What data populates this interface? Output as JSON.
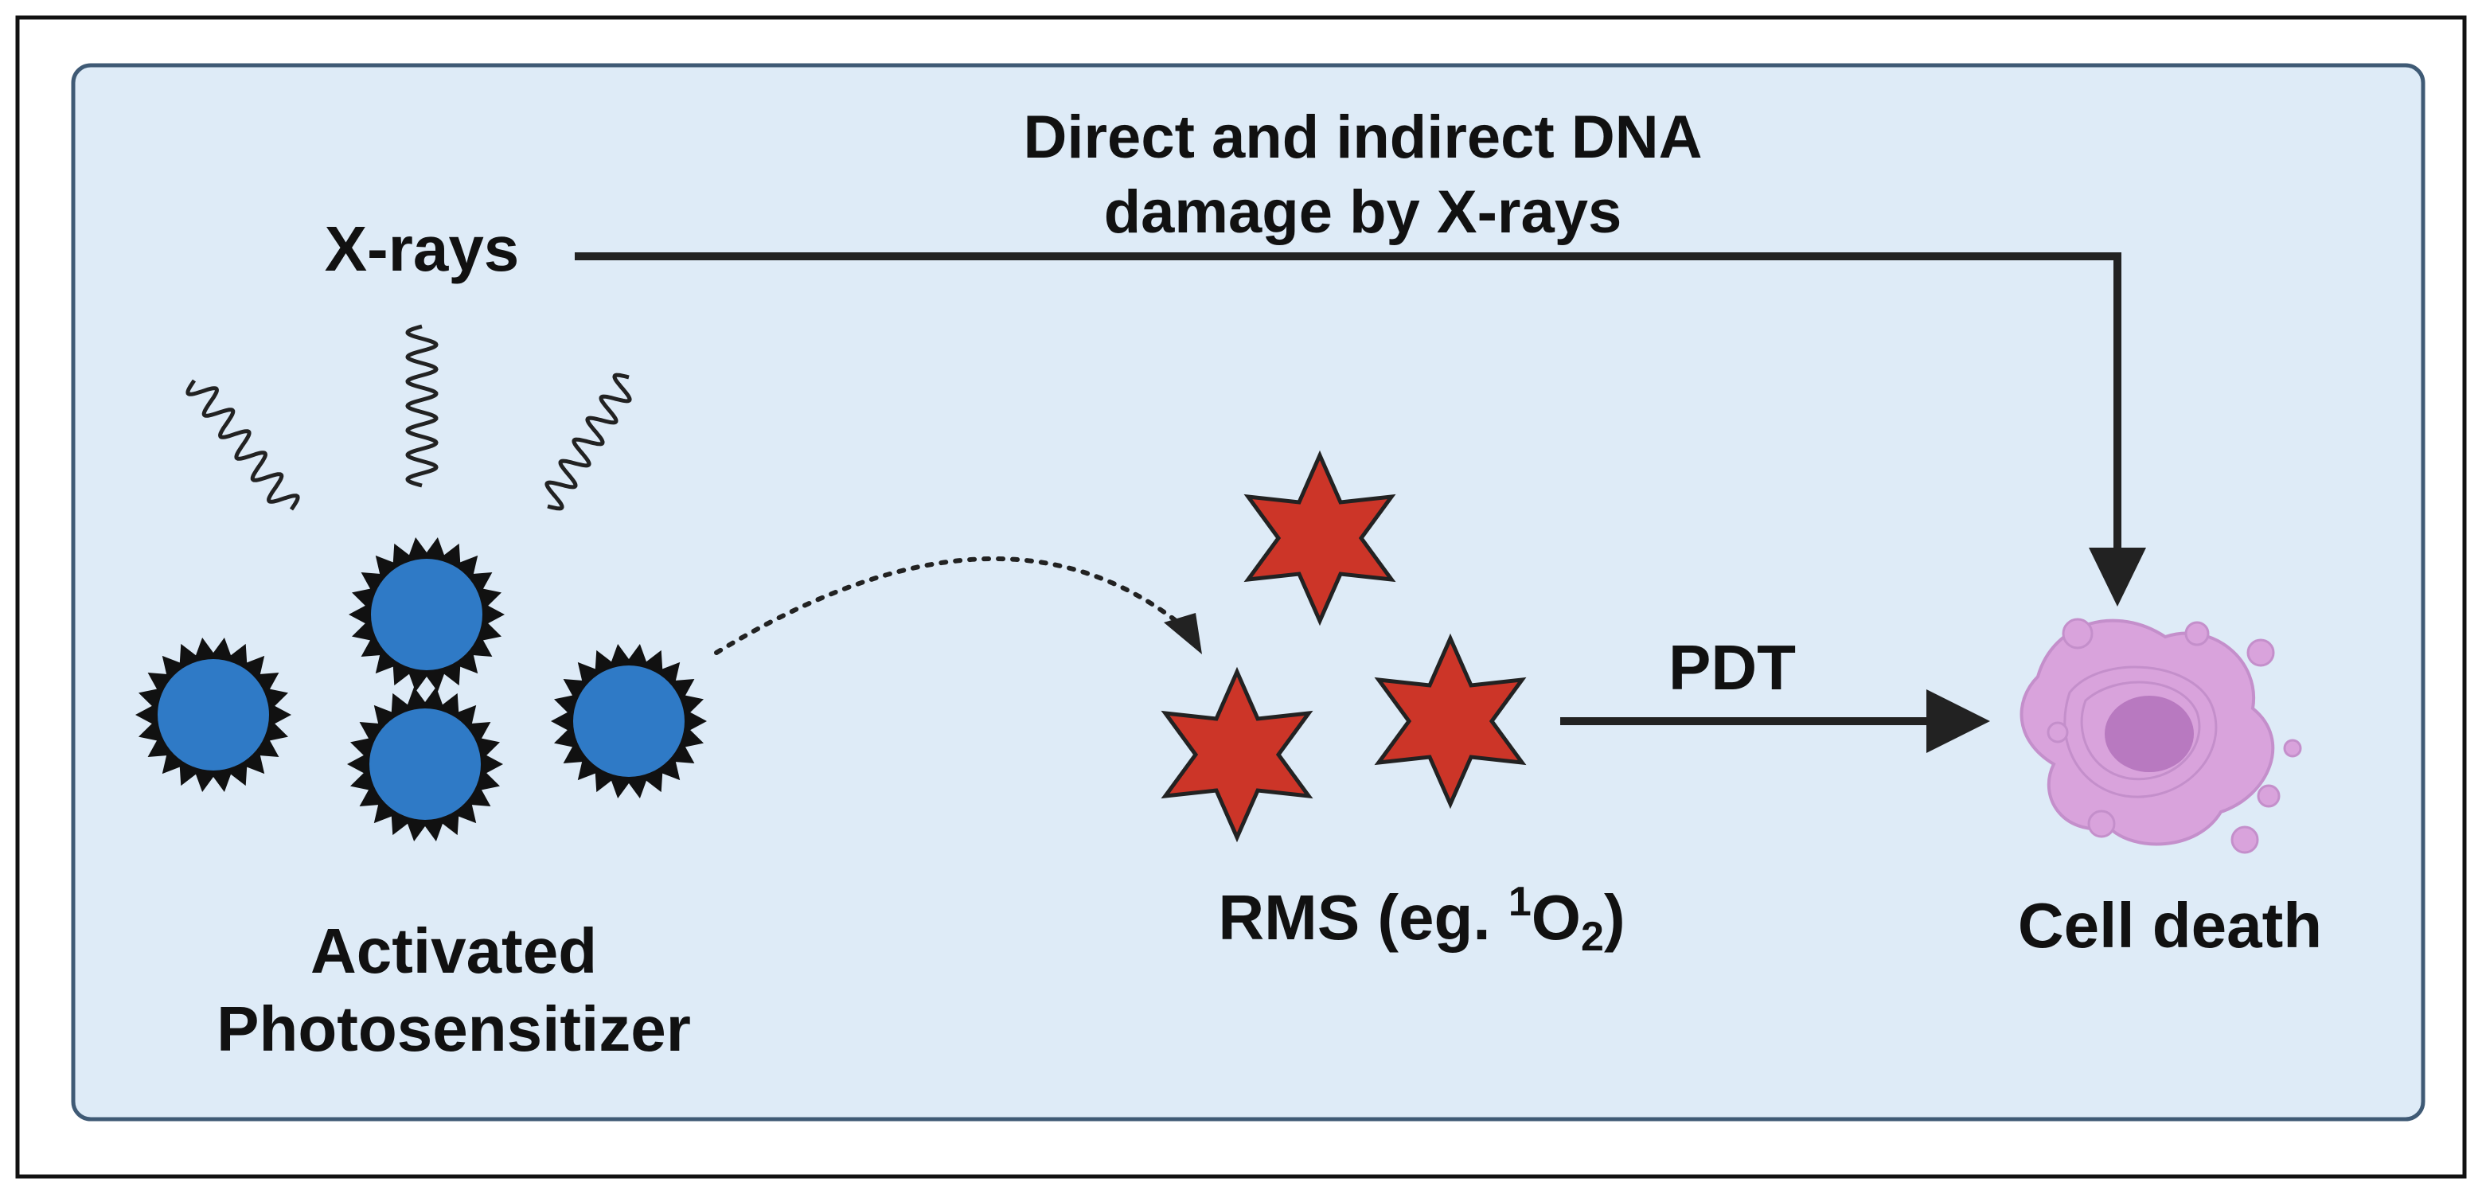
{
  "labels": {
    "xrays": "X-rays",
    "direct_damage_line1": "Direct and indirect DNA",
    "direct_damage_line2": "damage by X-rays",
    "activated_line1": "Activated",
    "activated_line2": "Photosensitizer",
    "pdt": "PDT",
    "rms_main": "RMS (eg. ",
    "rms_sup": "1",
    "rms_o": "O",
    "rms_sub": "2",
    "rms_close": ")",
    "cell_death": "Cell death"
  },
  "colors": {
    "panel_fill": "#deebf7",
    "panel_stroke": "#3f5a75",
    "photosensitizer_fill": "#2f7ac6",
    "photosensitizer_spikes": "#111111",
    "rms_star_fill": "#cc3528",
    "arrow": "#222222",
    "cell_body": "#d9a3dc",
    "cell_nucleus": "#b879c0"
  },
  "icons": {
    "xray_waves": "wavy-line-icon",
    "photosensitizer": "spiky-sphere-icon",
    "rms": "six-point-star-icon",
    "cell": "dying-cell-icon"
  }
}
